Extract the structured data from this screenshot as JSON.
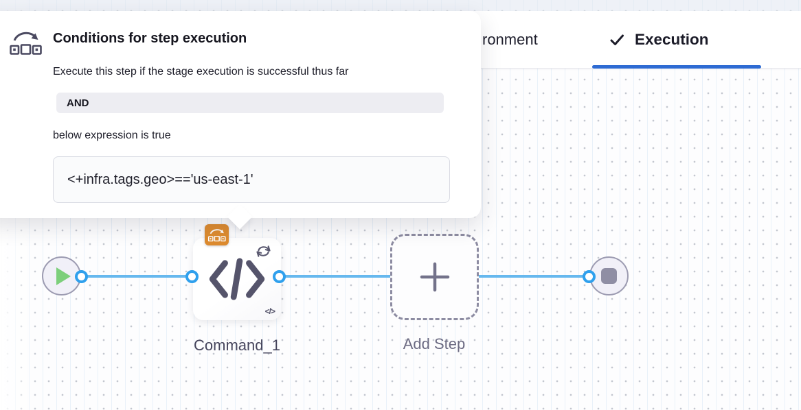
{
  "tabs": {
    "partial_left_tab_label": "ronment",
    "active_tab": {
      "label": "Execution",
      "icon": "check-icon"
    },
    "underline_color": "#2e6bd3"
  },
  "popover": {
    "icon": "conditional-execution-icon",
    "title": "Conditions for step execution",
    "description": "Execute this step if the stage execution is successful thus far",
    "operator_chip": "AND",
    "expression_label": "below expression is true",
    "expression": "<+infra.tags.geo>=='us-east-1'"
  },
  "pipeline": {
    "connector_color": "#66b8ee",
    "nodes": [
      {
        "type": "start",
        "icon": "play-icon"
      },
      {
        "type": "step",
        "label": "Command_1",
        "icon": "code-icon",
        "badges": [
          "conditional-execution-icon",
          "loop-icon"
        ],
        "corner_glyph": "</>"
      },
      {
        "type": "add-step",
        "label": "Add Step",
        "icon": "plus-icon"
      },
      {
        "type": "end",
        "icon": "stop-icon"
      }
    ]
  },
  "colors": {
    "accent_blue": "#2e6bd3",
    "connector_blue": "#66b8ee",
    "port_blue": "#2fa0ed",
    "badge_orange": "#dd8b2f",
    "play_green": "#7ccf7b",
    "slate": "#55546b"
  }
}
